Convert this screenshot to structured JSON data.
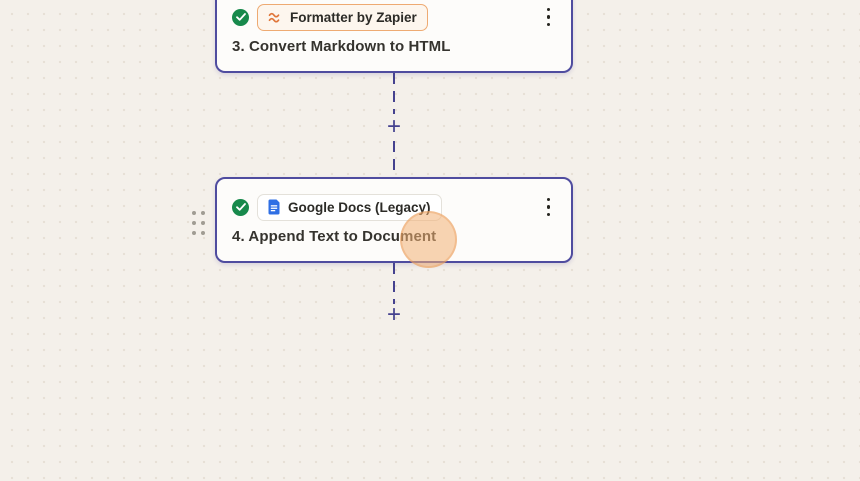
{
  "app": {
    "name": "Zapier Zap editor canvas"
  },
  "colors": {
    "canvas_bg": "#f4f0ea",
    "canvas_dot": "#e7e0d6",
    "card_border_accent": "#4f4c9f",
    "connector": "#45428f",
    "success_green": "#17894b",
    "formatter_badge_border": "#eeaa72",
    "formatter_icon_orange": "#e0763a",
    "gdocs_blue": "#2f6fe4",
    "click_highlight": "rgba(243,177,116,0.55)"
  },
  "steps": [
    {
      "app_label": "Formatter by Zapier",
      "title": "3. Convert Markdown to HTML",
      "status": "success"
    },
    {
      "app_label": "Google Docs (Legacy)",
      "title": "4. Append Text to Document",
      "status": "success"
    }
  ],
  "connectors": {
    "add_step_glyph": "+"
  },
  "icons": {
    "step-status": "check-circle",
    "formatter-app": "double-squiggle",
    "google-docs-app": "blue-document",
    "step-menu": "kebab-vertical-dots",
    "add-step": "plus",
    "drag-handle": "six-dots-grid"
  }
}
